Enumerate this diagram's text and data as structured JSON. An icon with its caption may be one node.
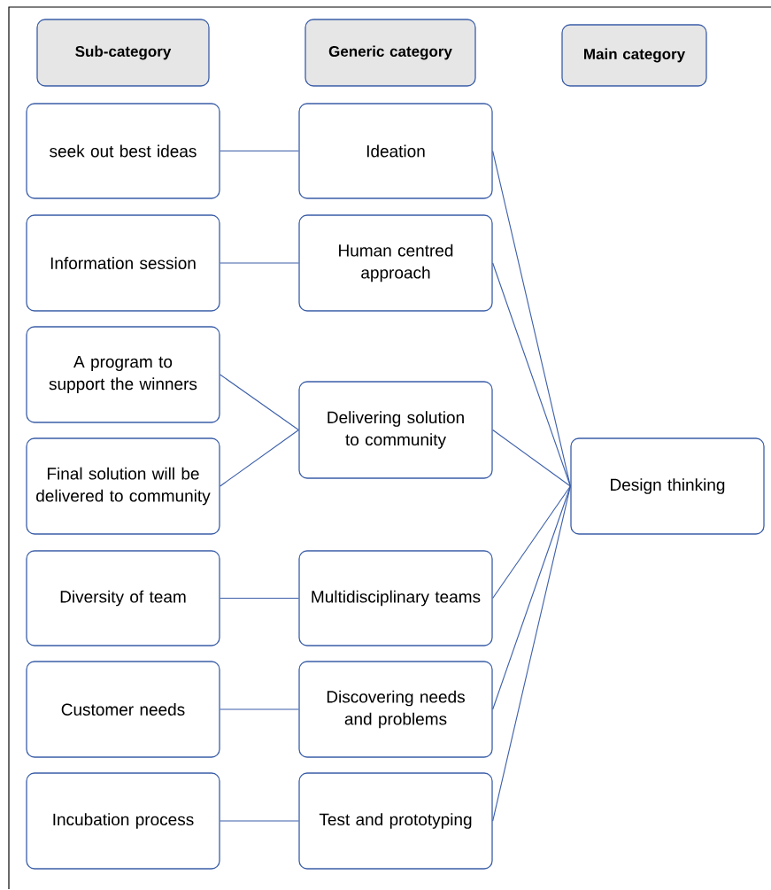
{
  "diagram": {
    "nodes": [
      {
        "text": [
          "Sub-category"
        ]
      },
      {
        "text": [
          "Generic category"
        ]
      },
      {
        "text": [
          "Main category"
        ]
      },
      {
        "text": [
          "seek out best ideas"
        ]
      },
      {
        "text": [
          "Ideation"
        ]
      },
      {
        "text": [
          "Information session"
        ]
      },
      {
        "text": [
          "Human centred approach"
        ]
      },
      {
        "text": [
          "A program to support the winners"
        ]
      },
      {
        "text": [
          "Delivering solution to community"
        ]
      },
      {
        "text": [
          "Final solution will be delivered to community"
        ]
      },
      {
        "text": [
          "Design thinking"
        ]
      },
      {
        "text": [
          "Diversity of team"
        ]
      },
      {
        "text": [
          "Multidisciplinary teams"
        ]
      },
      {
        "text": [
          "Customer needs"
        ]
      },
      {
        "text": [
          "Discovering needs and problems"
        ]
      },
      {
        "text": [
          "Incubation process"
        ]
      },
      {
        "text": [
          "Test and prototyping"
        ]
      }
    ],
    "edges": [
      {
        "from": 3,
        "to": 4,
        "arrow": "none"
      },
      {
        "from": 5,
        "to": 6,
        "arrow": "none"
      },
      {
        "from": 7,
        "to": 8,
        "arrow": "none"
      },
      {
        "from": 9,
        "to": 8,
        "arrow": "none"
      },
      {
        "from": 11,
        "to": 12,
        "arrow": "none"
      },
      {
        "from": 13,
        "to": 14,
        "arrow": "none"
      },
      {
        "from": 15,
        "to": 16,
        "arrow": "none"
      },
      {
        "from": 4,
        "to": 10,
        "arrow": "none"
      },
      {
        "from": 6,
        "to": 10,
        "arrow": "none"
      },
      {
        "from": 8,
        "to": 10,
        "arrow": "none"
      },
      {
        "from": 12,
        "to": 10,
        "arrow": "none"
      },
      {
        "from": 14,
        "to": 10,
        "arrow": "none"
      },
      {
        "from": 16,
        "to": 10,
        "arrow": "none"
      }
    ]
  }
}
